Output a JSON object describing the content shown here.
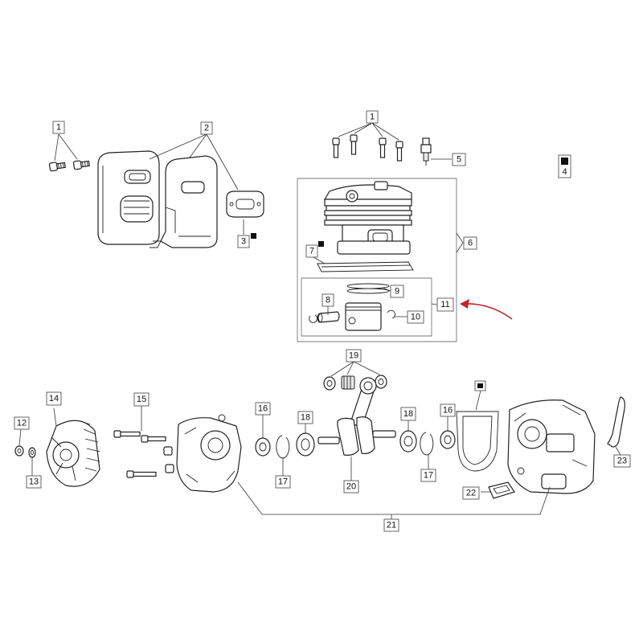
{
  "labels": {
    "l1a": "1",
    "l2": "2",
    "l3": "3",
    "l1b": "1",
    "l5": "5",
    "l4": "4",
    "l6": "6",
    "l7": "7",
    "l8": "8",
    "l9": "9",
    "l10": "10",
    "l11": "11",
    "l12": "12",
    "l13": "13",
    "l14": "14",
    "l15": "15",
    "l16a": "16",
    "l16b": "16",
    "l17a": "17",
    "l17b": "17",
    "l18a": "18",
    "l18b": "18",
    "l19": "19",
    "l20": "20",
    "l21": "21",
    "l22": "22",
    "l23": "23"
  },
  "colors": {
    "highlight_arrow": "#c0272d",
    "line": "#222222"
  }
}
